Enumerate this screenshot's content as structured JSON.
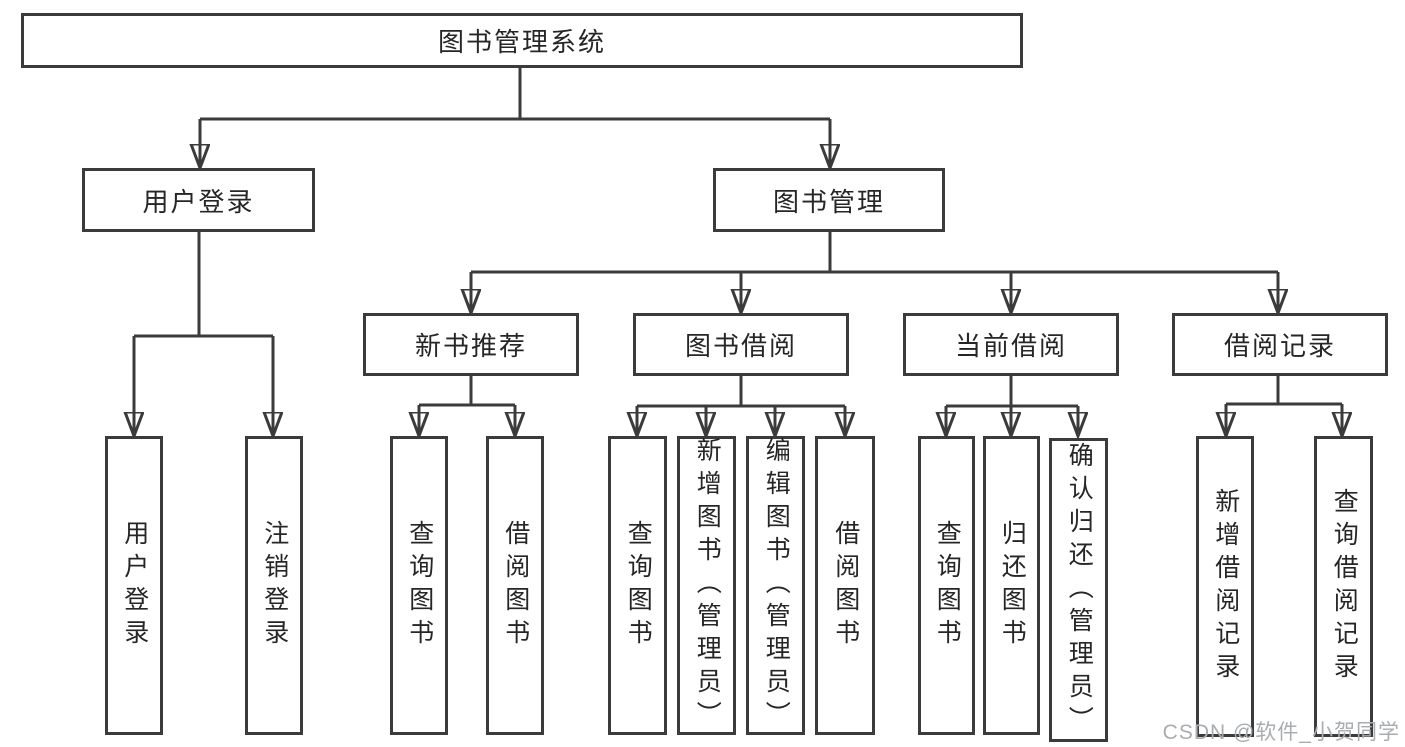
{
  "tree": {
    "root": "图书管理系统",
    "branches": [
      {
        "label": "用户登录",
        "children": [
          "用户登录",
          "注销登录"
        ]
      },
      {
        "label": "图书管理",
        "groups": [
          {
            "label": "新书推荐",
            "children": [
              "查询图书",
              "借阅图书"
            ]
          },
          {
            "label": "图书借阅",
            "children": [
              "查询图书",
              "新增图书（管理员）",
              "编辑图书（管理员）",
              "借阅图书"
            ]
          },
          {
            "label": "当前借阅",
            "children": [
              "查询图书",
              "归还图书",
              "确认归还（管理员）"
            ]
          },
          {
            "label": "借阅记录",
            "children": [
              "新增借阅记录",
              "查询借阅记录"
            ]
          }
        ]
      }
    ]
  },
  "watermark": "CSDN @软件_小贺同学",
  "colors": {
    "line": "#3b3b3b",
    "text": "#262626",
    "watermark": "#a9acb0",
    "background": "#ffffff"
  }
}
